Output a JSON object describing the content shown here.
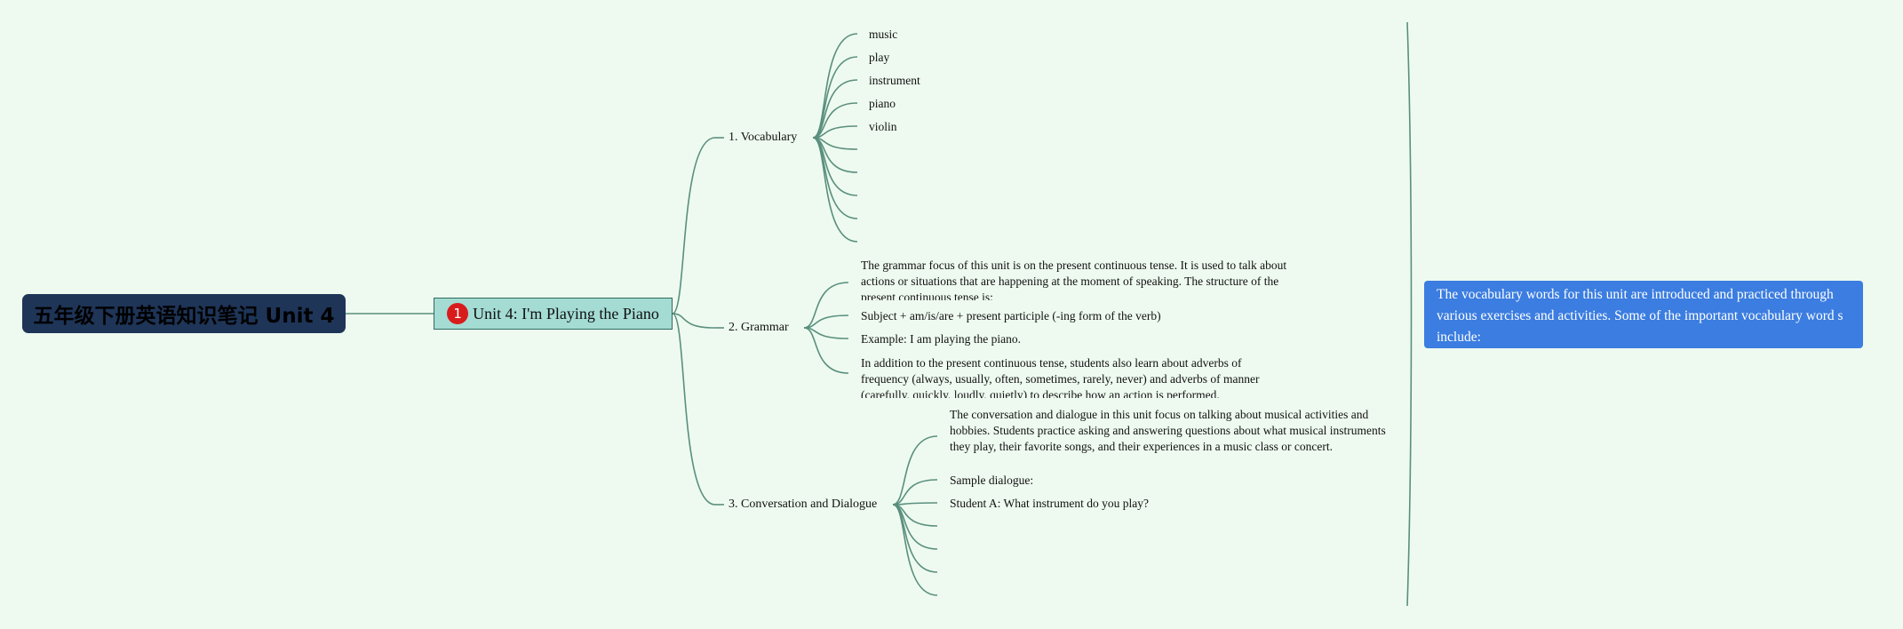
{
  "root": {
    "title": "五年级下册英语知识笔记 Unit 4"
  },
  "unit": {
    "marker": "1",
    "title": "Unit 4: I'm Playing the Piano"
  },
  "vocabulary": {
    "label": "1. Vocabulary",
    "words": [
      "music",
      "play",
      "instrument",
      "piano",
      "violin"
    ]
  },
  "grammar": {
    "label": "2. Grammar",
    "intro": "The grammar focus of this unit is on the present continuous tense. It is used to talk about actions or situations that are happening at the moment of speaking. The structure of the present continuous tense is:",
    "structure": "Subject + am/is/are + present participle (-ing form of the verb)",
    "example": "Example: I am playing the piano.",
    "adverbs": "In addition to the present continuous tense, students also learn about adverbs of frequency (always, usually, often, sometimes, rarely, never) and adverbs of manner (carefully, quickly, loudly, quietly) to describe how an action is performed."
  },
  "conversation": {
    "label": "3. Conversation and Dialogue",
    "intro": "The conversation and dialogue in this unit focus on talking about musical activities and hobbies. Students practice asking and answering questions about what musical instruments they play, their favorite songs, and their experiences in a music class or concert.",
    "sample": "Sample dialogue:",
    "line_a": "Student A: What instrument do you play?"
  },
  "callout": {
    "text": "The vocabulary words for this unit are introduced and practiced through various exercises and activities. Some of the important vocabulary word s include:"
  },
  "colors": {
    "connector": "#5a8f7e",
    "root_bg": "#1e3558",
    "unit_bg": "#a4dcd4",
    "callout_bg": "#3b7de0",
    "background": "#eefaf0"
  }
}
